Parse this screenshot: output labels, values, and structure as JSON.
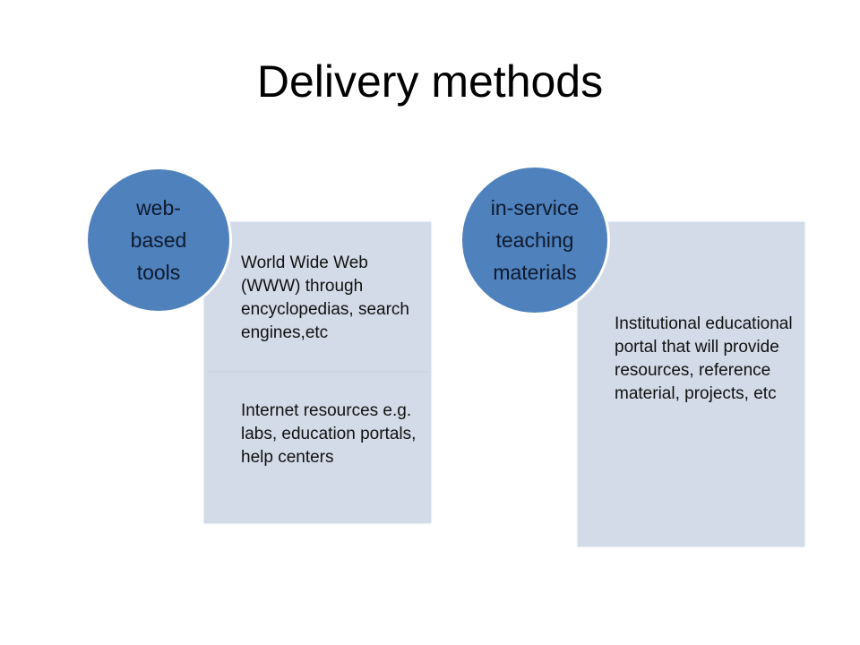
{
  "slide": {
    "title": "Delivery methods"
  },
  "colors": {
    "circle_fill": "#4f81bd",
    "box_fill": "#d3dbe8",
    "text": "#000000"
  },
  "groups": [
    {
      "heading_lines": [
        "web-",
        "based",
        "tools"
      ],
      "items": [
        "World Wide Web (WWW) through encyclopedias, search engines,etc",
        "Internet resources e.g. labs, education portals, help centers"
      ]
    },
    {
      "heading_lines": [
        "in-service",
        "teaching",
        "materials"
      ],
      "items": [
        "Institutional educational portal that will provide resources, reference material, projects, etc"
      ]
    }
  ]
}
